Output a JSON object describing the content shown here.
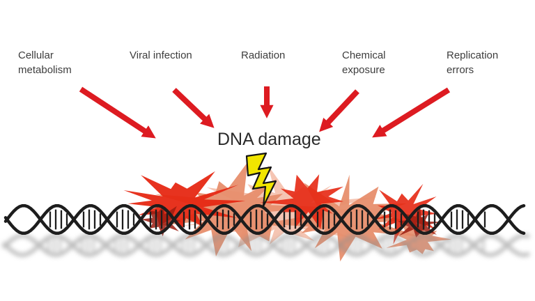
{
  "palette": {
    "background": "#ffffff",
    "arrow_red": "#dd1b21",
    "burst_red": "#e62813",
    "burst_salmon": "#e78e6d",
    "burst_light_pink": "#f4bfab",
    "burst_dark_red": "#9b1c10",
    "bolt_yellow": "#f1e500",
    "bolt_outline": "#141414",
    "helix_black": "#1d1d1d",
    "shadow_gray": "#8f8f8f",
    "label_gray": "#3d3d3d",
    "center_label_color": "#2b2b2b"
  },
  "diagram": {
    "causes": [
      {
        "label": "Cellular metabolism"
      },
      {
        "label": "Viral infection"
      },
      {
        "label": "Radiation"
      },
      {
        "label": "Chemical exposure"
      },
      {
        "label": "Replication errors"
      }
    ],
    "center_label": "DNA damage",
    "icons": {
      "lightning": "lightning-bolt-icon",
      "helix": "dna-double-helix",
      "bursts": "damage-burst"
    }
  }
}
